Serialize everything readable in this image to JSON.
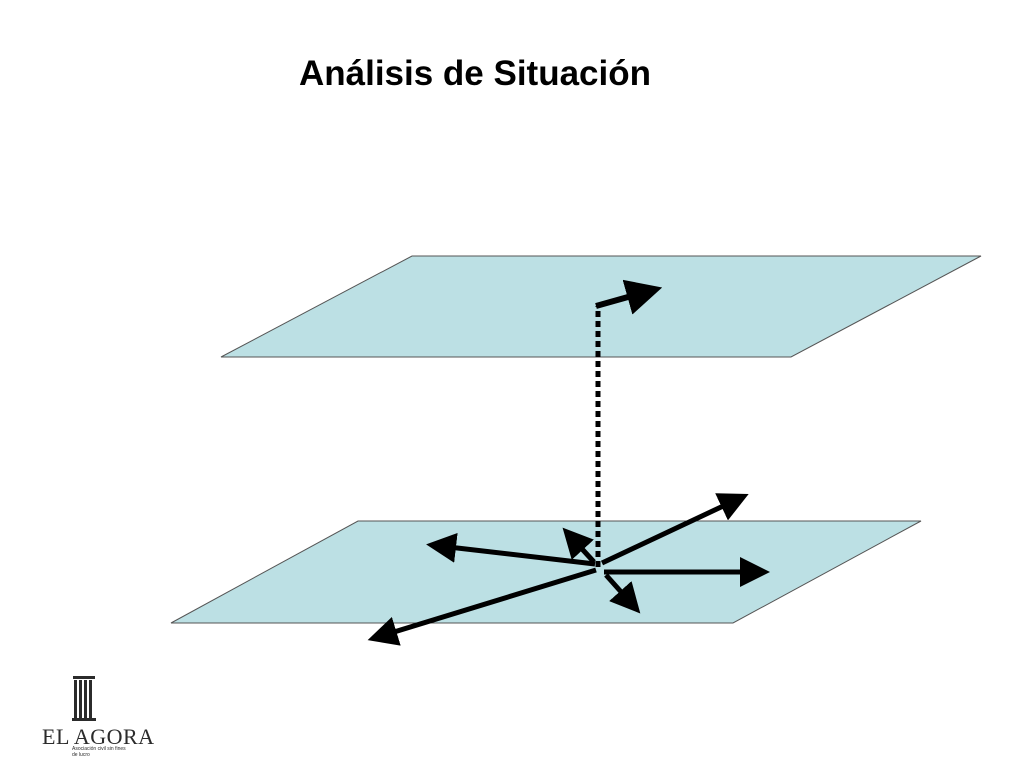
{
  "slide": {
    "title": "Análisis de Situación"
  },
  "diagram": {
    "plane_fill": "#BCE0E4",
    "plane_stroke": "#555555",
    "arrow_color": "#000000",
    "planes": [
      "upper-plane",
      "lower-plane"
    ],
    "connector": "dotted-vertical"
  },
  "logo": {
    "name": "EL AGORA",
    "subtitle": "Asociación civil sin fines de lucro",
    "icon": "column-icon"
  }
}
